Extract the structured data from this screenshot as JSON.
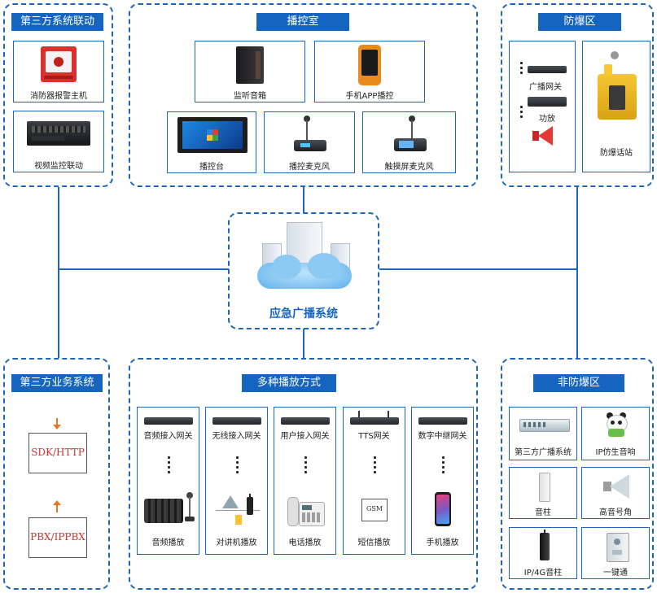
{
  "colors": {
    "accent": "#1565c0",
    "border": "#1f66b8",
    "arrow": "#e87722"
  },
  "third_party_linkage": {
    "title": "第三方系统联动",
    "items": [
      "消防器报警主机",
      "视频监控联动"
    ]
  },
  "broadcast_room": {
    "title": "播控室",
    "items": [
      "监听音箱",
      "手机APP播控",
      "播控台",
      "播控麦克风",
      "触摸屏麦克风"
    ]
  },
  "explosion_proof": {
    "title": "防爆区",
    "items": [
      "广播网关",
      "功放",
      "防爆话站"
    ]
  },
  "center": {
    "title": "应急广播系统"
  },
  "third_party_business": {
    "title": "第三方业务系统",
    "items": [
      "SDK/HTTP",
      "PBX/IPPBX"
    ]
  },
  "playback_modes": {
    "title": "多种播放方式",
    "columns": [
      {
        "gateway": "音频接入网关",
        "mode": "音频播放"
      },
      {
        "gateway": "无线接入网关",
        "mode": "对讲机播放"
      },
      {
        "gateway": "用户接入网关",
        "mode": "电话播放"
      },
      {
        "gateway": "TTS网关",
        "mode": "短信播放",
        "icon_text": "GSM"
      },
      {
        "gateway": "数字中继网关",
        "mode": "手机播放"
      }
    ]
  },
  "non_explosion": {
    "title": "非防爆区",
    "items": [
      "第三方广播系统",
      "IP仿生音响",
      "音柱",
      "高音号角",
      "IP/4G音柱",
      "一键通"
    ]
  },
  "icons": [
    "fire-alarm-icon",
    "nvr-icon",
    "speaker-cabinet-icon",
    "rugged-phone-icon",
    "console-monitor-icon",
    "gooseneck-mic-icon",
    "touch-mic-icon",
    "gateway-icon",
    "amplifier-icon",
    "horn-speaker-icon",
    "explosion-phone-icon",
    "server-cloud-icon",
    "mixer-icon",
    "walkie-talkie-icon",
    "desk-phone-icon",
    "sms-box-icon",
    "smartphone-icon",
    "broadcast-amp-icon",
    "panda-speaker-icon",
    "column-speaker-icon",
    "horn-icon",
    "ip-column-icon",
    "intercom-icon"
  ]
}
